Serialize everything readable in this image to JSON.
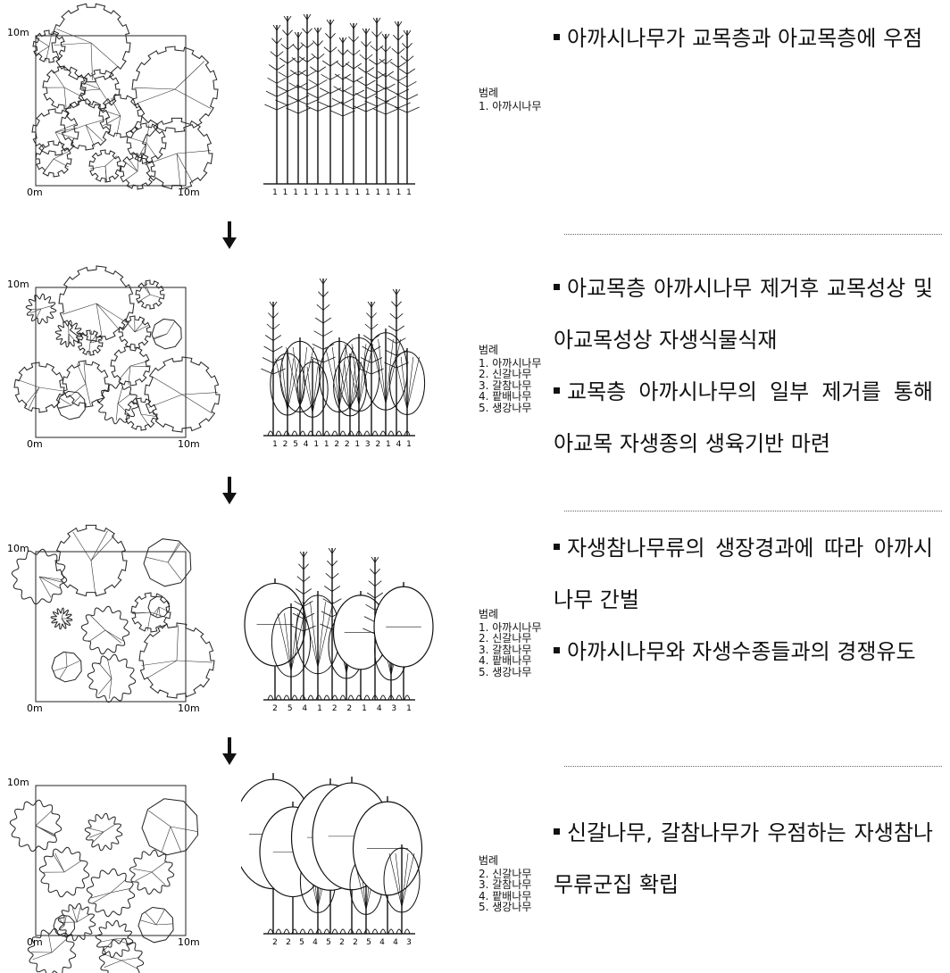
{
  "stages": [
    {
      "plan_label_top": "10m",
      "plan_label_origin": "0m",
      "plan_label_right": "10m",
      "profile_numbers": [
        "1",
        "1",
        "1",
        "1",
        "1",
        "1",
        "1",
        "1",
        "1",
        "1",
        "1",
        "1",
        "1",
        "1"
      ],
      "legend_title": "범례",
      "legend_items": [
        "1. 아까시나무"
      ],
      "bullets": [
        "아까시나무가 교목층과 아교목층에 우점"
      ]
    },
    {
      "plan_label_top": "10m",
      "plan_label_origin": "0m",
      "plan_label_right": "10m",
      "profile_numbers": [
        "1",
        "2",
        "5",
        "4",
        "1",
        "1",
        "2",
        "2",
        "1",
        "3",
        "2",
        "1",
        "4",
        "1"
      ],
      "legend_title": "범례",
      "legend_items": [
        "1. 아까시나무",
        "2. 신갈나무",
        "3. 갈참나무",
        "4. 팥배나무",
        "5. 생강나무"
      ],
      "bullets": [
        "아교목층 아까시나무 제거후 교목성상 및 아교목성상 자생식물식재",
        "교목층 아까시나무의 일부 제거를 통해 아교목 자생종의 생육기반 마련"
      ]
    },
    {
      "plan_label_top": "10m",
      "plan_label_origin": "0m",
      "plan_label_right": "10m",
      "profile_numbers": [
        "2",
        "5",
        "4",
        "1",
        "2",
        "2",
        "1",
        "4",
        "3",
        "1"
      ],
      "legend_title": "범례",
      "legend_items": [
        "1. 아까시나무",
        "2. 신갈나무",
        "3. 갈참나무",
        "4. 팥배나무",
        "5. 생강나무"
      ],
      "bullets": [
        "자생참나무류의 생장경과에 따라 아까시나무 간벌",
        "아까시나무와 자생수종들과의 경쟁유도"
      ]
    },
    {
      "plan_label_top": "10m",
      "plan_label_origin": "0m",
      "plan_label_right": "10m",
      "profile_numbers": [
        "2",
        "2",
        "5",
        "4",
        "5",
        "2",
        "2",
        "5",
        "4",
        "4",
        "3"
      ],
      "legend_title": "범례",
      "legend_items": [
        "2. 신갈나무",
        "3. 갈참나무",
        "4. 팥배나무",
        "5. 생강나무"
      ],
      "bullets": [
        "신갈나무, 갈참나무가 우점하는 자생참나무류군집 확립"
      ]
    }
  ]
}
